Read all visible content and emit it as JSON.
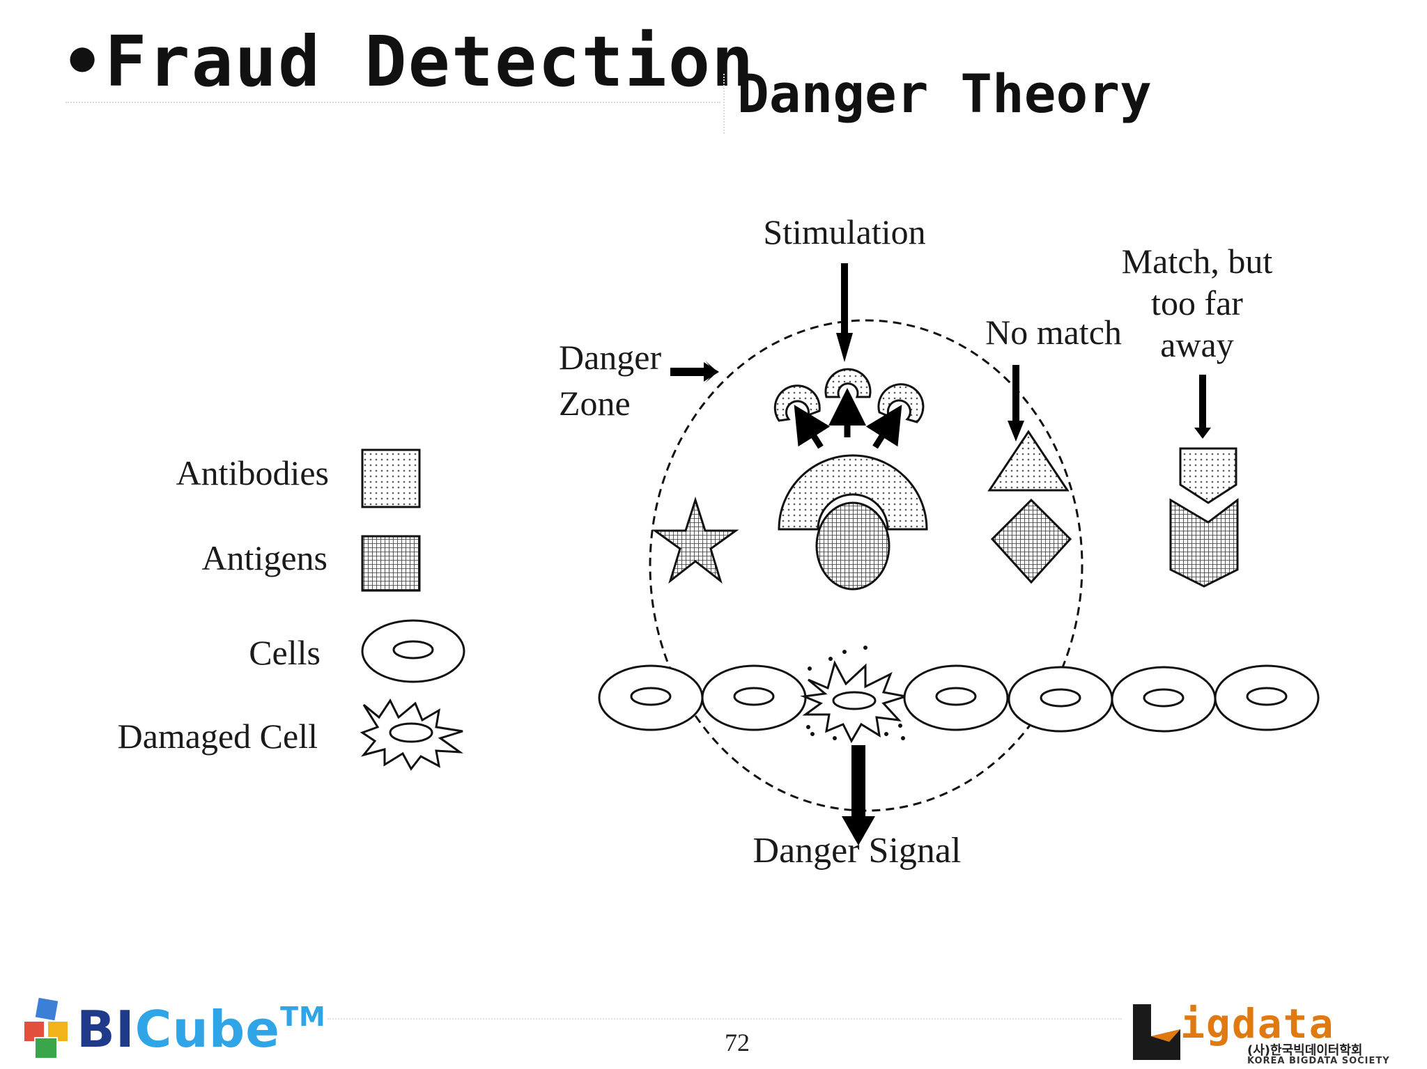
{
  "slide": {
    "title": "•Fraud Detection",
    "subtitle": "Danger Theory",
    "page_number": "72"
  },
  "legend": [
    {
      "label": "Antibodies",
      "icon": "dotted-square-icon"
    },
    {
      "label": "Antigens",
      "icon": "grid-square-icon"
    },
    {
      "label": "Cells",
      "icon": "ring-cell-icon"
    },
    {
      "label": "Damaged Cell",
      "icon": "burst-cell-icon"
    }
  ],
  "diagram": {
    "stimulation": "Stimulation",
    "danger_zone_line1": "Danger",
    "danger_zone_line2": "Zone",
    "no_match": "No match",
    "match_far_line1": "Match, but",
    "match_far_line2": "too far",
    "match_far_line3": "away",
    "danger_signal": "Danger Signal"
  },
  "logos": {
    "bicube_bi": "BI",
    "bicube_cube": "Cube",
    "bicube_tm": "TM",
    "bigdata_word": "igdata",
    "bigdata_kr": "(사)한국빅데이터학회",
    "bigdata_en": "KOREA BIGDATA SOCIETY"
  },
  "colors": {
    "text": "#1a1a1a",
    "bicube_dark": "#1f3a8a",
    "bicube_light": "#2fa4e7",
    "bigdata_orange": "#e07a10"
  }
}
